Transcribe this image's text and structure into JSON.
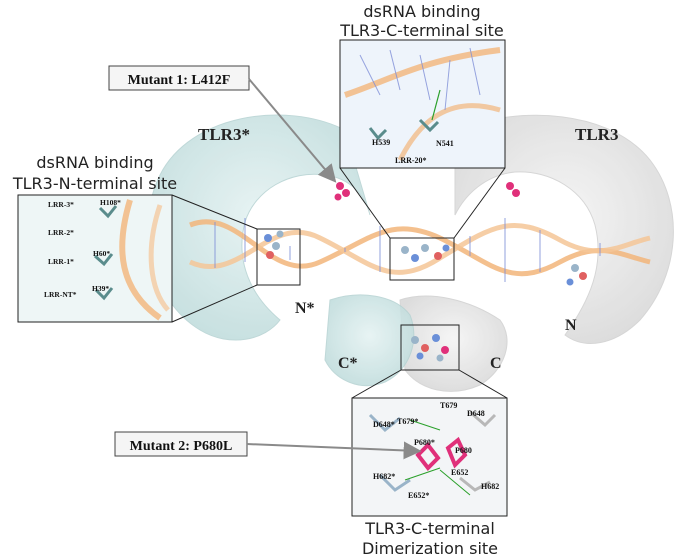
{
  "labels": {
    "c_site_title_line1": "dsRNA binding",
    "c_site_title_line2": "TLR3-C-terminal site",
    "n_site_title_line1": "dsRNA binding",
    "n_site_title_line2": "TLR3-N-terminal site",
    "dimer_title_line1": "TLR3-C-terminal",
    "dimer_title_line2": "Dimerization site",
    "tlr3_star": "TLR3*",
    "tlr3": "TLR3",
    "n_star": "N*",
    "n": "N",
    "c_star": "C*",
    "c": "C"
  },
  "mutants": {
    "mutant1": "Mutant 1: L412F",
    "mutant2": "Mutant 2: P680L"
  },
  "residues": {
    "c_site": [
      "H539",
      "N541",
      "LRR-20*"
    ],
    "n_site": [
      "LRR-3*",
      "H108*",
      "LRR-2*",
      "H60*",
      "LRR-1*",
      "H39*",
      "LRR-NT*"
    ],
    "dimer": [
      "T679",
      "D648",
      "D648*",
      "T679*",
      "P680*",
      "P680",
      "E652",
      "H682*",
      "E652*",
      "H682"
    ]
  },
  "colors": {
    "tlr3_star_surface": "#cfe6e6",
    "tlr3_surface": "#e6e6e6",
    "rna_backbone": "#f2b57a",
    "mutant_sphere": "#e0307a",
    "arrow": "#8a8a8a"
  }
}
